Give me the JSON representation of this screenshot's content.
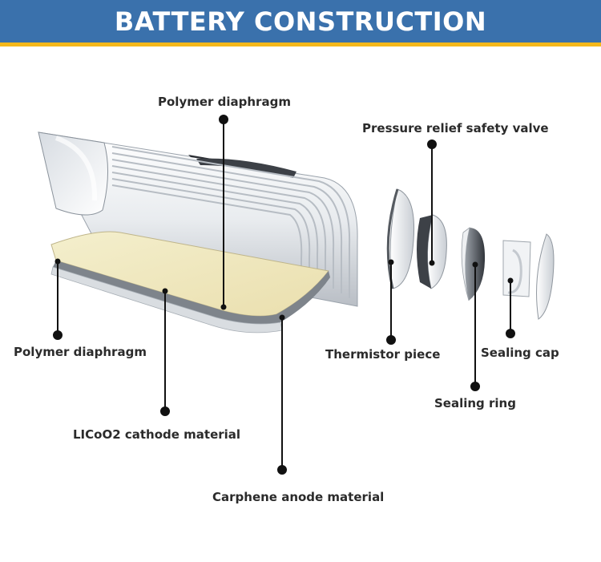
{
  "header": {
    "title": "BATTERY CONSTRUCTION",
    "bg_color": "#3a71ac",
    "stripe_color": "#f5b81a"
  },
  "labels": {
    "polymer_top": "Polymer diaphragm",
    "pressure_valve": "Pressure relief safety valve",
    "polymer_left": "Polymer diaphragm",
    "thermistor": "Thermistor piece",
    "sealing_cap": "Sealing cap",
    "sealing_ring": "Sealing ring",
    "cathode": "LICoO2 cathode material",
    "anode": "Carphene anode material"
  }
}
